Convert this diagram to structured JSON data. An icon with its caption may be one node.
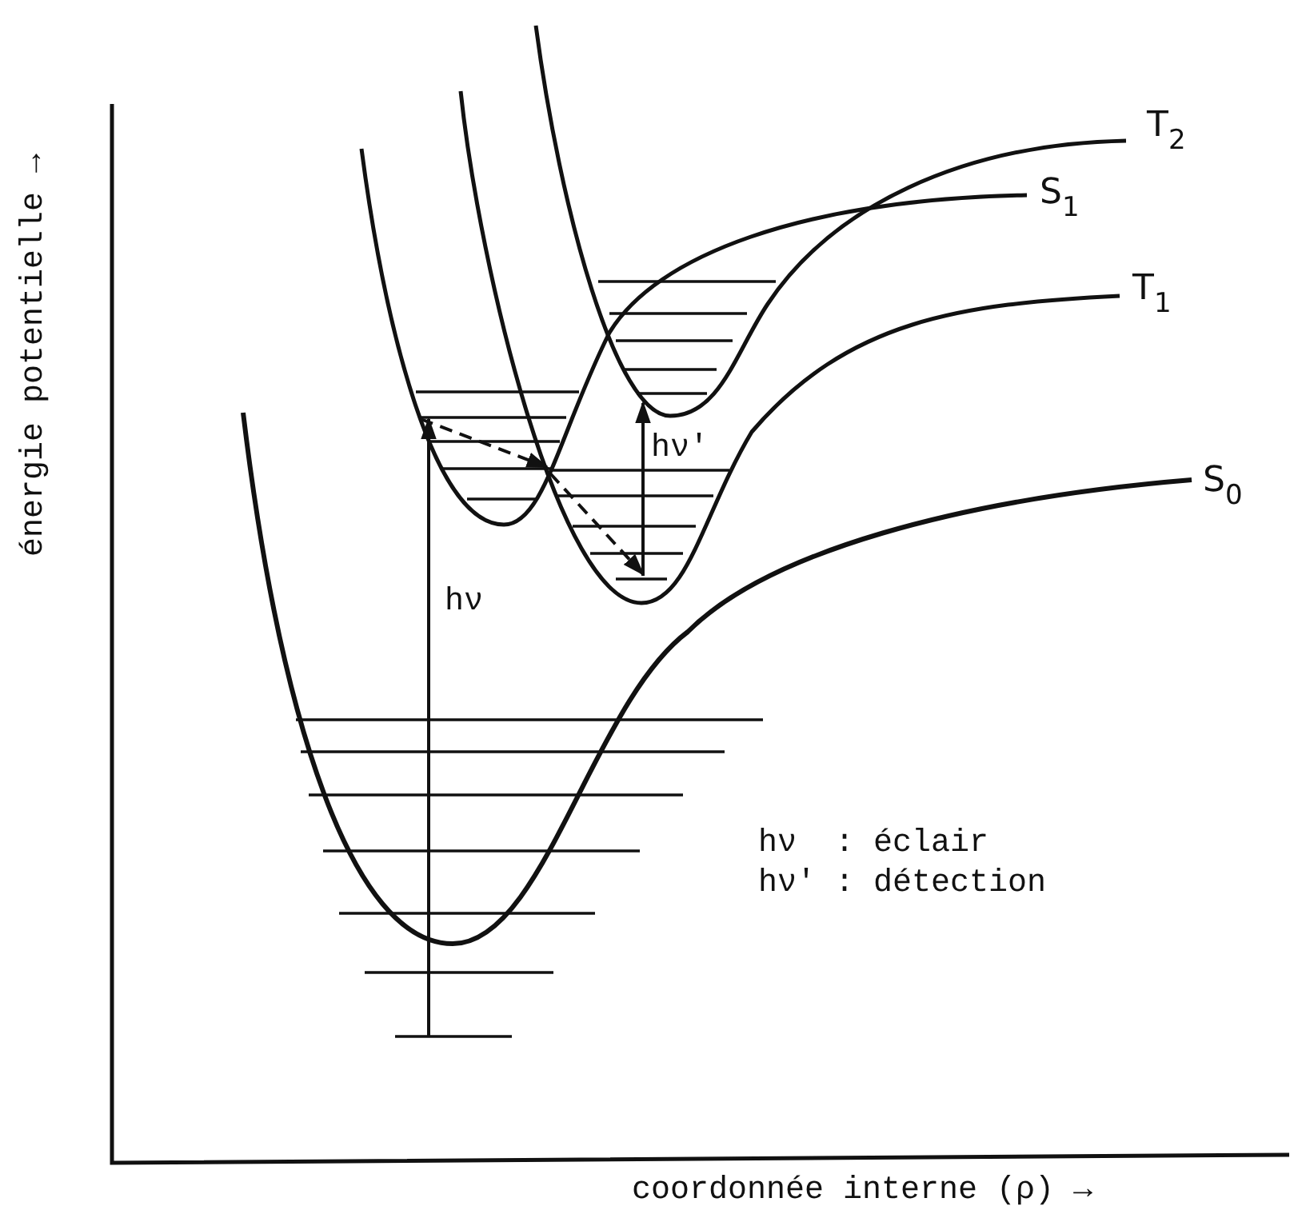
{
  "diagram": {
    "labels": [
      "T$_{2}$",
      "S$_{1}$",
      "T$_{1}$",
      "hν'",
      "S$_{0}$",
      "hν",
      "hν  : éclair",
      "hν' : détection",
      "énergie potentielle →",
      "coordonnée interne (ρ) →"
    ]
  }
}
